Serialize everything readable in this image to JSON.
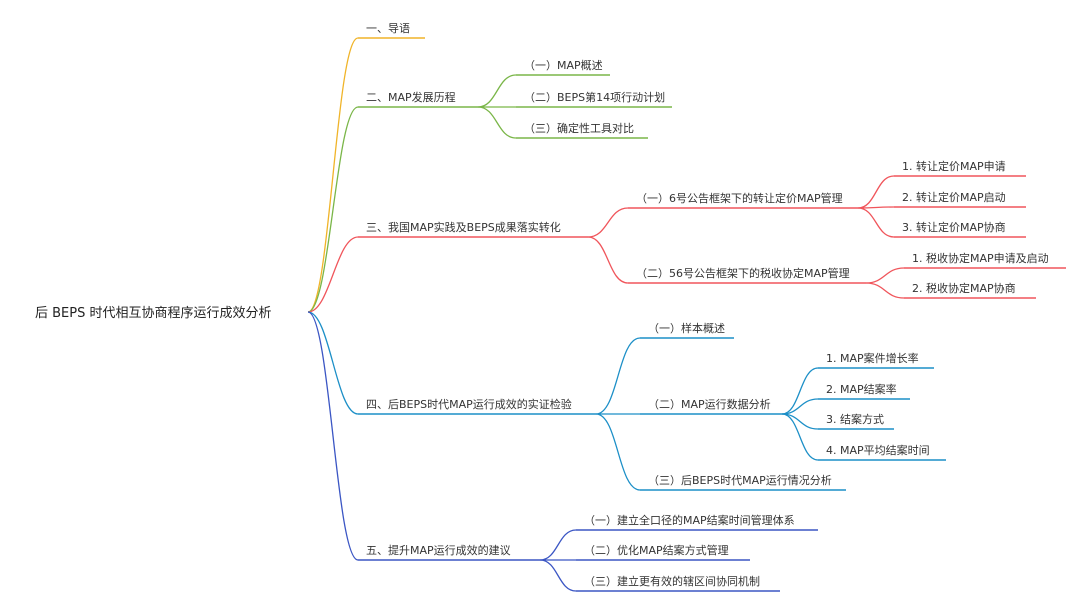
{
  "root": {
    "label": "后 BEPS 时代相互协商程序运行成效分析"
  },
  "branches": [
    {
      "label": "一、导语",
      "color": "#f0b429",
      "children": []
    },
    {
      "label": "二、MAP发展历程",
      "color": "#7ab648",
      "children": [
        {
          "label": "（一）MAP概述"
        },
        {
          "label": "（二）BEPS第14项行动计划"
        },
        {
          "label": "（三）确定性工具对比"
        }
      ]
    },
    {
      "label": "三、我国MAP实践及BEPS成果落实转化",
      "color": "#f0555b",
      "children": [
        {
          "label": "（一）6号公告框架下的转让定价MAP管理",
          "children": [
            {
              "label": "1. 转让定价MAP申请"
            },
            {
              "label": "2. 转让定价MAP启动"
            },
            {
              "label": "3. 转让定价MAP协商"
            }
          ]
        },
        {
          "label": "（二）56号公告框架下的税收协定MAP管理",
          "children": [
            {
              "label": "1. 税收协定MAP申请及启动"
            },
            {
              "label": "2. 税收协定MAP协商"
            }
          ]
        }
      ]
    },
    {
      "label": "四、后BEPS时代MAP运行成效的实证检验",
      "color": "#1c8fc7",
      "children": [
        {
          "label": "（一）样本概述"
        },
        {
          "label": "（二）MAP运行数据分析",
          "children": [
            {
              "label": "1. MAP案件增长率"
            },
            {
              "label": "2. MAP结案率"
            },
            {
              "label": "3. 结案方式"
            },
            {
              "label": "4. MAP平均结案时间"
            }
          ]
        },
        {
          "label": "（三）后BEPS时代MAP运行情况分析"
        }
      ]
    },
    {
      "label": "五、提升MAP运行成效的建议",
      "color": "#3b56c4",
      "children": [
        {
          "label": "（一）建立全口径的MAP结案时间管理体系"
        },
        {
          "label": "（二）优化MAP结案方式管理"
        },
        {
          "label": "（三）建立更有效的辖区间协同机制"
        }
      ]
    }
  ]
}
